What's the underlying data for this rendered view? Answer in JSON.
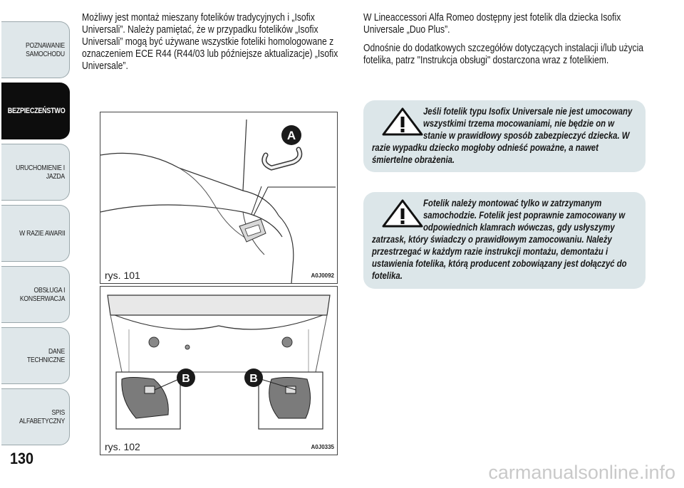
{
  "sidebar": {
    "tabs": [
      {
        "label": "POZNAWANIE\nSAMOCHODU",
        "active": false
      },
      {
        "label": "BEZPIECZEŃSTWO",
        "active": true
      },
      {
        "label": "URUCHOMIENIE I\nJAZDA",
        "active": false
      },
      {
        "label": "W RAZIE AWARII",
        "active": false
      },
      {
        "label": "OBSŁUGA I\nKONSERWACJA",
        "active": false
      },
      {
        "label": "DANE TECHNICZNE",
        "active": false
      },
      {
        "label": "SPIS ALFABETYCZNY",
        "active": false
      }
    ]
  },
  "page": {
    "number": "130"
  },
  "left_column": {
    "paragraph": "Możliwy jest montaż mieszany fotelików tradycyjnych i „Isofix Universali”. Należy pamiętać, że w przypadku fotelików „Isofix Universali” mogą być używane wszystkie foteliki homologowane z oznaczeniem ECE R44 (R44/03 lub późniejsze aktualizacje) „Isofix Universale”."
  },
  "right_column": {
    "paragraph1": "W Lineaccessori Alfa Romeo dostępny jest fotelik dla dziecka Isofix Universale „Duo Plus”.",
    "paragraph2": "Odnośnie do dodatkowych szczegółów dotyczących instalacji i/lub użycia fotelika, patrz \"Instrukcja obsługi\" dostarczona wraz z fotelikiem."
  },
  "figures": {
    "fig1": {
      "caption": "rys. 101",
      "code": "A0J0092",
      "label": "A"
    },
    "fig2": {
      "caption": "rys. 102",
      "code": "A0J0335",
      "label": "B"
    }
  },
  "warnings": {
    "w1": "Jeśli fotelik typu Isofix Universale nie jest umocowany wszystkimi trzema mocowaniami, nie będzie on w stanie w prawidłowy sposób zabezpieczyć dziecka. W razie wypadku dziecko mogłoby odnieść poważne, a nawet śmiertelne obrażenia.",
    "w2": "Fotelik należy montować tylko w zatrzymanym samochodzie. Fotelik jest poprawnie zamocowany w odpowiednich klamrach wówczas, gdy usłyszymy zatrzask, który świadczy o prawidłowym zamocowaniu. Należy przestrzegać w każdym razie instrukcji montażu, demontażu i ustawienia fotelika, którą producent zobowiązany jest dołączyć do fotelika."
  },
  "watermark": "carmanualsonline.info",
  "colors": {
    "tab_bg": "#dfe7ea",
    "tab_active": "#0d0d0d",
    "warning_bg": "#dce6e9"
  }
}
